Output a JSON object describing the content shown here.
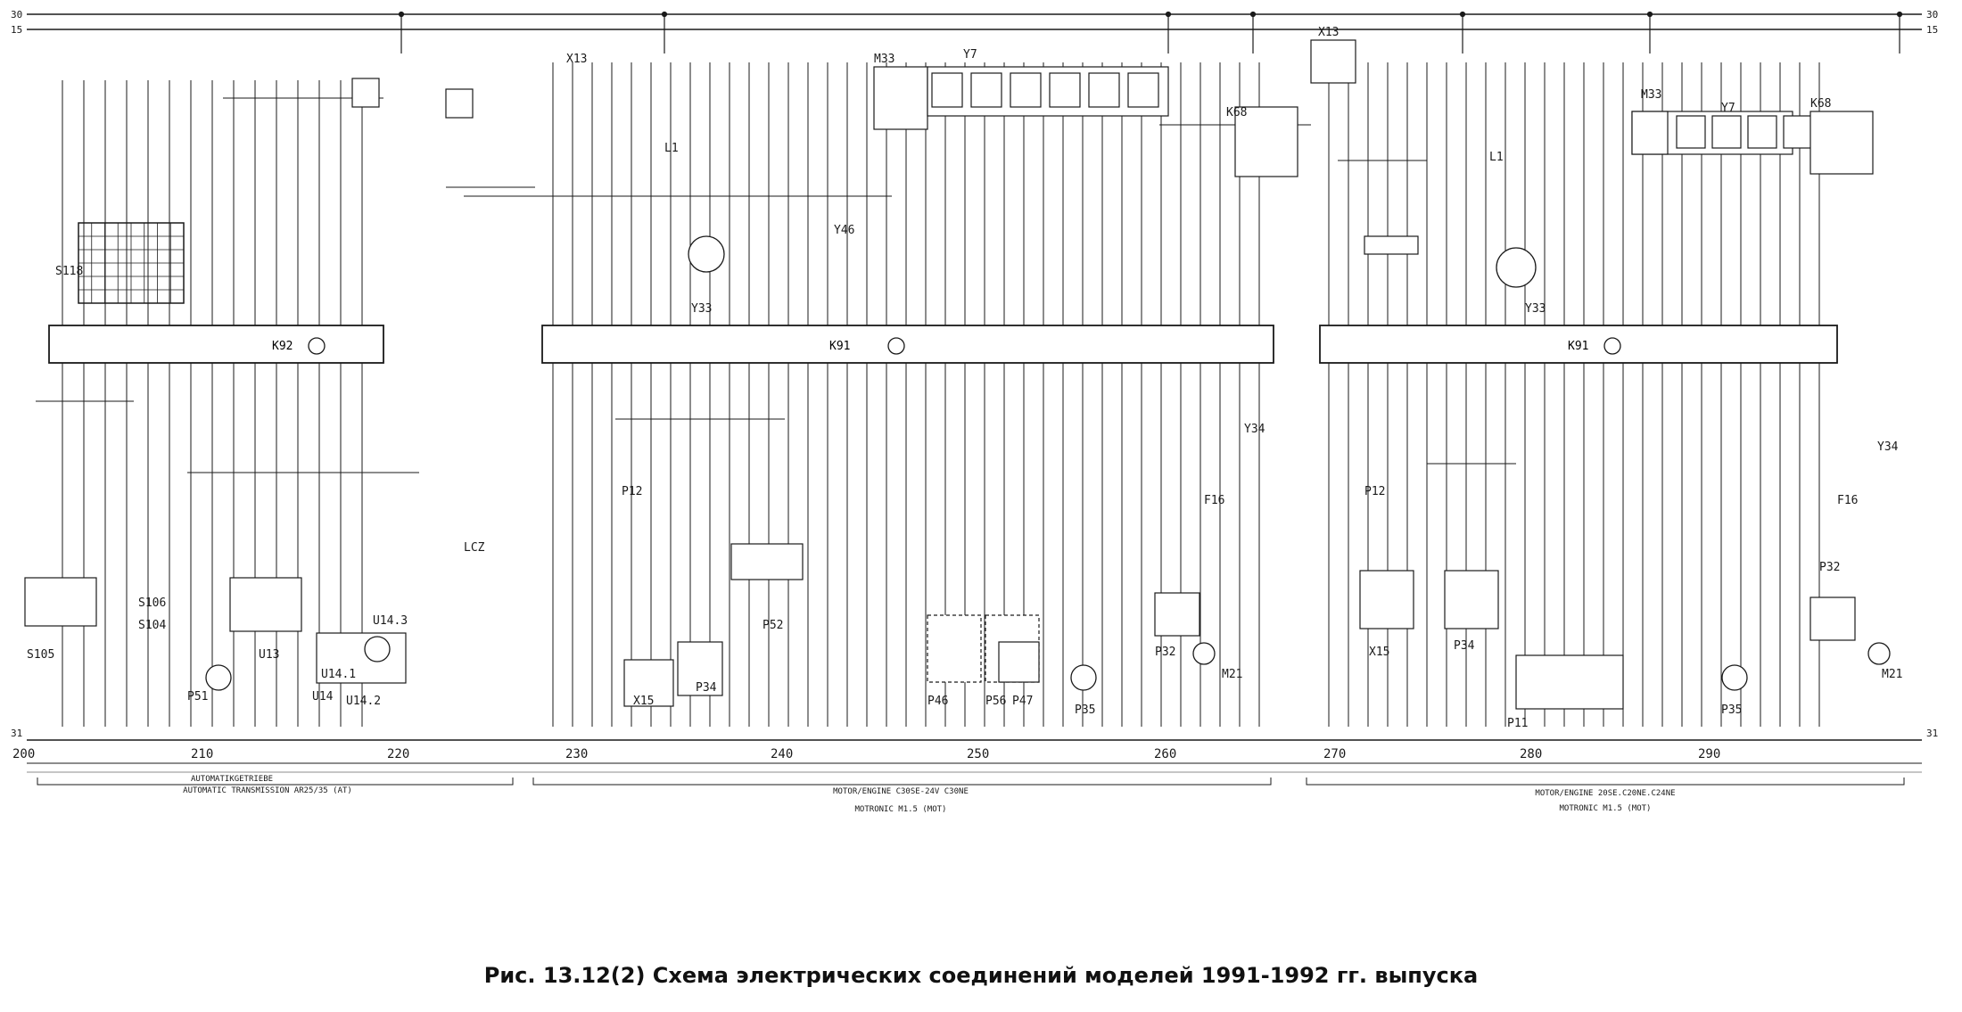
{
  "caption": "Рис. 13.12(2) Схема электрических соединений моделей 1991-1992 гг. выпуска",
  "rails": {
    "top_30": "30",
    "top_15": "15",
    "bottom_31": "31"
  },
  "modules": [
    {
      "id": "K92",
      "label": "K92"
    },
    {
      "id": "K91a",
      "label": "K91"
    },
    {
      "id": "K91b",
      "label": "K91"
    }
  ],
  "components": [
    "S118",
    "S105",
    "S106",
    "S104",
    "P51",
    "U13",
    "U14",
    "U14.1",
    "U14.2",
    "U14.3",
    "X13",
    "X13",
    "X15",
    "X15",
    "Y33",
    "Y33",
    "Y34",
    "Y34",
    "Y46",
    "Y7",
    "Y7",
    "M33",
    "M33",
    "K68",
    "K68",
    "L1",
    "L1",
    "P12",
    "P12",
    "P34",
    "P34",
    "P52",
    "P46",
    "P56",
    "P47",
    "P35",
    "P35",
    "P32",
    "P32",
    "F16",
    "F16",
    "M21",
    "M21",
    "P11",
    "LCZ"
  ],
  "ruler": {
    "labels": [
      "200",
      "210",
      "220",
      "230",
      "240",
      "250",
      "260",
      "270",
      "280",
      "290"
    ]
  },
  "sections": [
    {
      "line1": "AUTOMATIKGETRIEBE",
      "line2": "AUTOMATIC TRANSMISSION  AR25/35 (AT)"
    },
    {
      "line1": "MOTOR/ENGINE C30SE-24V C30NE",
      "line2": "MOTRONIC M1.5 (MOT)"
    },
    {
      "line1": "MOTOR/ENGINE 20SE.C20NE.C24NE",
      "line2": "MOTRONIC M1.5 (MOT)"
    }
  ],
  "colors": {
    "ink": "#1a1a1a",
    "paper": "#ffffff"
  }
}
